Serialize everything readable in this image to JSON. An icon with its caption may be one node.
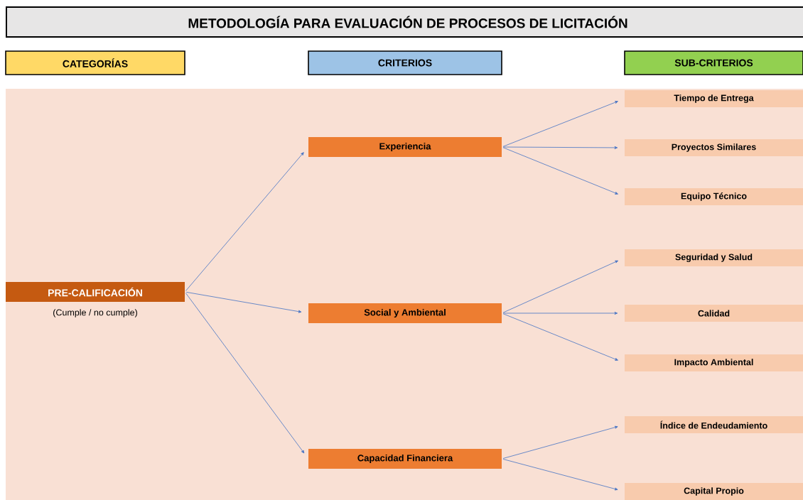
{
  "diagram": {
    "title": "METODOLOGÍA PARA EVALUACIÓN DE PROCESOS DE LICITACIÓN",
    "nodes": [
      {
        "text": [
          "CATEGORÍAS"
        ]
      },
      {
        "text": [
          "CRITERIOS"
        ]
      },
      {
        "text": [
          "SUB-CRITERIOS"
        ]
      },
      {
        "text": [
          "PRE-CALIFICACIÓN"
        ],
        "beside": [
          "(Cumple / no cumple)"
        ]
      },
      {
        "text": [
          "Experiencia"
        ]
      },
      {
        "text": [
          "Social y Ambiental"
        ]
      },
      {
        "text": [
          "Capacidad Financiera"
        ]
      },
      {
        "text": [
          "Tiempo de Entrega"
        ]
      },
      {
        "text": [
          "Proyectos Similares"
        ]
      },
      {
        "text": [
          "Equipo Técnico"
        ]
      },
      {
        "text": [
          "Seguridad y Salud"
        ]
      },
      {
        "text": [
          "Calidad"
        ]
      },
      {
        "text": [
          "Impacto Ambiental"
        ]
      },
      {
        "text": [
          "Índice de Endeudamiento"
        ]
      },
      {
        "text": [
          "Capital Propio"
        ]
      }
    ],
    "edges": [
      {
        "from": 3,
        "to": 4,
        "arrow": "to"
      },
      {
        "from": 3,
        "to": 5,
        "arrow": "to"
      },
      {
        "from": 3,
        "to": 6,
        "arrow": "to"
      },
      {
        "from": 4,
        "to": 7,
        "arrow": "to"
      },
      {
        "from": 4,
        "to": 8,
        "arrow": "to"
      },
      {
        "from": 4,
        "to": 9,
        "arrow": "to"
      },
      {
        "from": 5,
        "to": 10,
        "arrow": "to"
      },
      {
        "from": 5,
        "to": 11,
        "arrow": "to"
      },
      {
        "from": 5,
        "to": 12,
        "arrow": "to"
      },
      {
        "from": 6,
        "to": 13,
        "arrow": "to"
      },
      {
        "from": 6,
        "to": 14,
        "arrow": "to"
      }
    ]
  }
}
